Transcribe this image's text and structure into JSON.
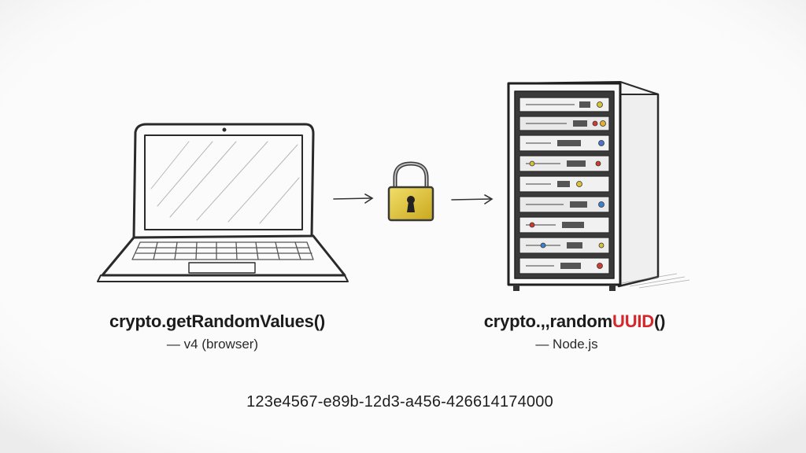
{
  "left": {
    "function": "crypto.getRandomValues()",
    "note": "— v4 (browser)"
  },
  "right": {
    "function_prefix": "crypto.,,random",
    "function_highlight": "UUID",
    "function_suffix": "()",
    "note": "— Node.js"
  },
  "uuid_example": "123e4567-e89b-12d3-a456-426614174000",
  "colors": {
    "ink": "#1c1c1c",
    "highlight": "#d7262b",
    "lock_body": "#e2c73a",
    "server_panel": "#f1f1f1"
  },
  "icons": [
    "laptop-icon",
    "arrow-right-icon",
    "padlock-icon",
    "server-rack-icon"
  ]
}
